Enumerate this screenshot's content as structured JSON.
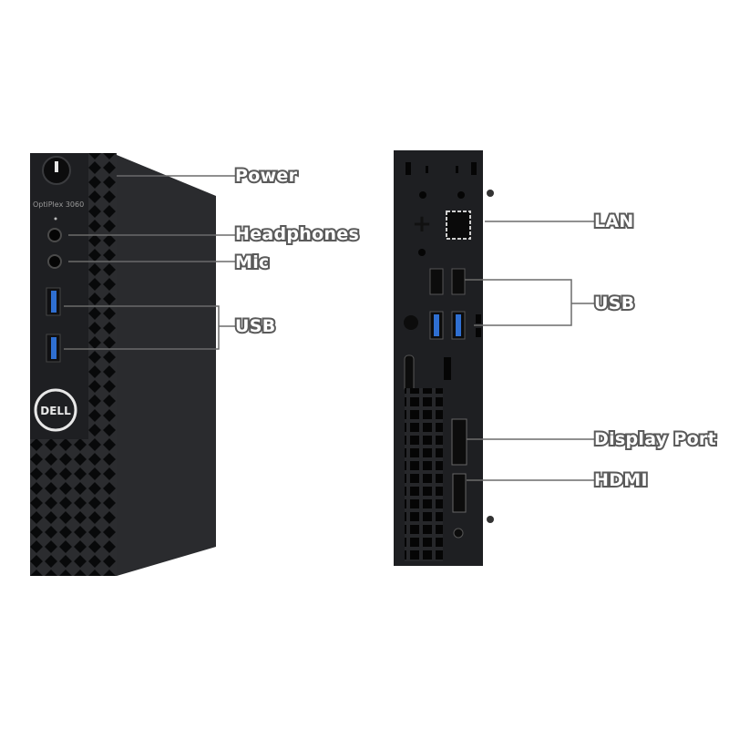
{
  "front": {
    "model_text": "OptiPlex 3060",
    "brand_logo": "DELL",
    "labels": {
      "power": "Power",
      "headphones": "Headphones",
      "mic": "Mic",
      "usb": "USB"
    }
  },
  "back": {
    "labels": {
      "lan": "LAN",
      "usb": "USB",
      "display_port": "Display Port",
      "hdmi": "HDMI"
    }
  },
  "colors": {
    "chassis": "#1e1f22",
    "side": "#2a2b2e",
    "usb3_blue": "#2f6fd1",
    "label_outline": "#5a5a5a",
    "leader_line": "#6b6b6b"
  }
}
